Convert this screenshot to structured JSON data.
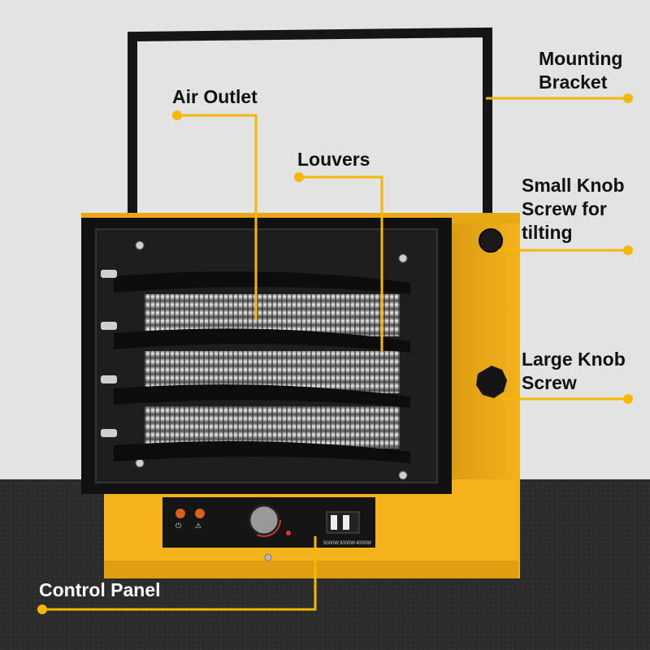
{
  "callouts": {
    "mounting_bracket": "Mounting\nBracket",
    "air_outlet": "Air Outlet",
    "louvers": "Louvers",
    "small_knob": "Small Knob\nScrew for\ntilting",
    "large_knob": "Large Knob\nScrew",
    "control_panel": "Control Panel"
  },
  "panel": {
    "wattage_1": "5000W",
    "wattage_2": "3000W",
    "wattage_3": "4000W",
    "power_symbol": "⏻",
    "warning_symbol": "⚠"
  },
  "colors": {
    "heater_body": "#f4b31a",
    "heater_front": "#111111",
    "accent_line": "#f5b800",
    "background_wall": "#e3e3e3",
    "floor": "#2a2a2a"
  }
}
